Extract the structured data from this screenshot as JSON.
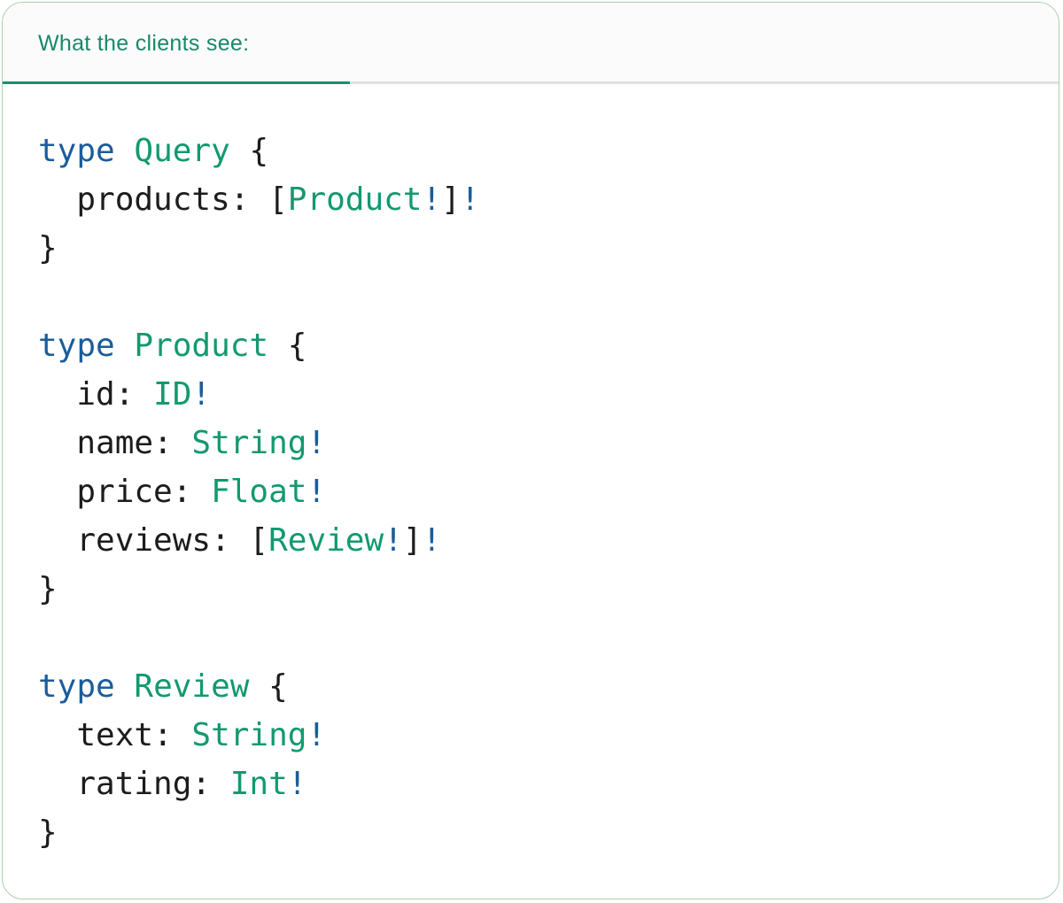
{
  "panel": {
    "tab_label": "What the clients see:"
  },
  "colors": {
    "tab_text": "#17896a",
    "tab_underline": "#12926e",
    "divider": "#e1e1e1",
    "card_border": "#a9cfad",
    "header_bg": "#fbfbfb",
    "code_plain": "#1c1c1c",
    "code_keyword": "#1b5c9b",
    "code_type": "#12996f"
  },
  "code": {
    "language": "graphql",
    "lines": [
      [
        {
          "text": "type",
          "style": "keyword"
        },
        {
          "text": " ",
          "style": "plain"
        },
        {
          "text": "Query",
          "style": "type"
        },
        {
          "text": " {",
          "style": "plain"
        }
      ],
      [
        {
          "text": "  products: [",
          "style": "plain"
        },
        {
          "text": "Product",
          "style": "type"
        },
        {
          "text": "!",
          "style": "keyword"
        },
        {
          "text": "]",
          "style": "plain"
        },
        {
          "text": "!",
          "style": "keyword"
        }
      ],
      [
        {
          "text": "}",
          "style": "plain"
        }
      ],
      [],
      [
        {
          "text": "type",
          "style": "keyword"
        },
        {
          "text": " ",
          "style": "plain"
        },
        {
          "text": "Product",
          "style": "type"
        },
        {
          "text": " {",
          "style": "plain"
        }
      ],
      [
        {
          "text": "  id: ",
          "style": "plain"
        },
        {
          "text": "ID",
          "style": "type"
        },
        {
          "text": "!",
          "style": "keyword"
        }
      ],
      [
        {
          "text": "  name: ",
          "style": "plain"
        },
        {
          "text": "String",
          "style": "type"
        },
        {
          "text": "!",
          "style": "keyword"
        }
      ],
      [
        {
          "text": "  price: ",
          "style": "plain"
        },
        {
          "text": "Float",
          "style": "type"
        },
        {
          "text": "!",
          "style": "keyword"
        }
      ],
      [
        {
          "text": "  reviews: [",
          "style": "plain"
        },
        {
          "text": "Review",
          "style": "type"
        },
        {
          "text": "!",
          "style": "keyword"
        },
        {
          "text": "]",
          "style": "plain"
        },
        {
          "text": "!",
          "style": "keyword"
        }
      ],
      [
        {
          "text": "}",
          "style": "plain"
        }
      ],
      [],
      [
        {
          "text": "type",
          "style": "keyword"
        },
        {
          "text": " ",
          "style": "plain"
        },
        {
          "text": "Review",
          "style": "type"
        },
        {
          "text": " {",
          "style": "plain"
        }
      ],
      [
        {
          "text": "  text: ",
          "style": "plain"
        },
        {
          "text": "String",
          "style": "type"
        },
        {
          "text": "!",
          "style": "keyword"
        }
      ],
      [
        {
          "text": "  rating: ",
          "style": "plain"
        },
        {
          "text": "Int",
          "style": "type"
        },
        {
          "text": "!",
          "style": "keyword"
        }
      ],
      [
        {
          "text": "}",
          "style": "plain"
        }
      ]
    ]
  }
}
